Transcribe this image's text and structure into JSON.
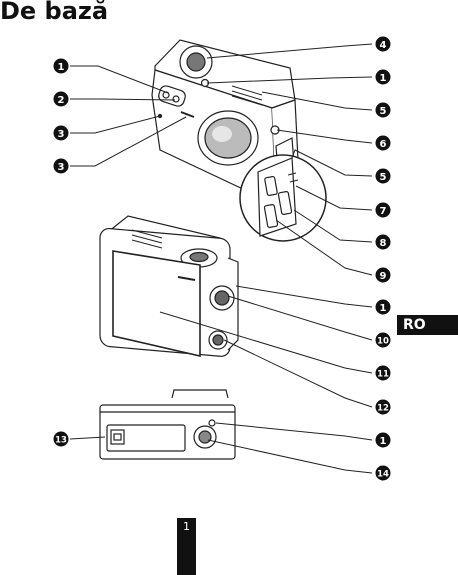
{
  "title": "De bază",
  "language_tab": "RO",
  "page_number": "1",
  "callouts": [
    {
      "id": "c4-top",
      "number": "4"
    },
    {
      "id": "c1-top",
      "number": "1"
    },
    {
      "id": "c5-a",
      "number": "5"
    },
    {
      "id": "c6",
      "number": "6"
    },
    {
      "id": "c5-b",
      "number": "5"
    },
    {
      "id": "c7",
      "number": "7"
    },
    {
      "id": "c8",
      "number": "8"
    },
    {
      "id": "c9",
      "number": "9"
    },
    {
      "id": "c1-mid",
      "number": "1"
    },
    {
      "id": "c10",
      "number": "10"
    },
    {
      "id": "c11",
      "number": "11"
    },
    {
      "id": "c12",
      "number": "12"
    },
    {
      "id": "c1-bot",
      "number": "1"
    },
    {
      "id": "c14",
      "number": "14"
    },
    {
      "id": "c1-left",
      "number": "1"
    },
    {
      "id": "c2",
      "number": "2"
    },
    {
      "id": "c3-a",
      "number": "3"
    },
    {
      "id": "c3-b",
      "number": "3"
    },
    {
      "id": "c13",
      "number": "13"
    }
  ]
}
